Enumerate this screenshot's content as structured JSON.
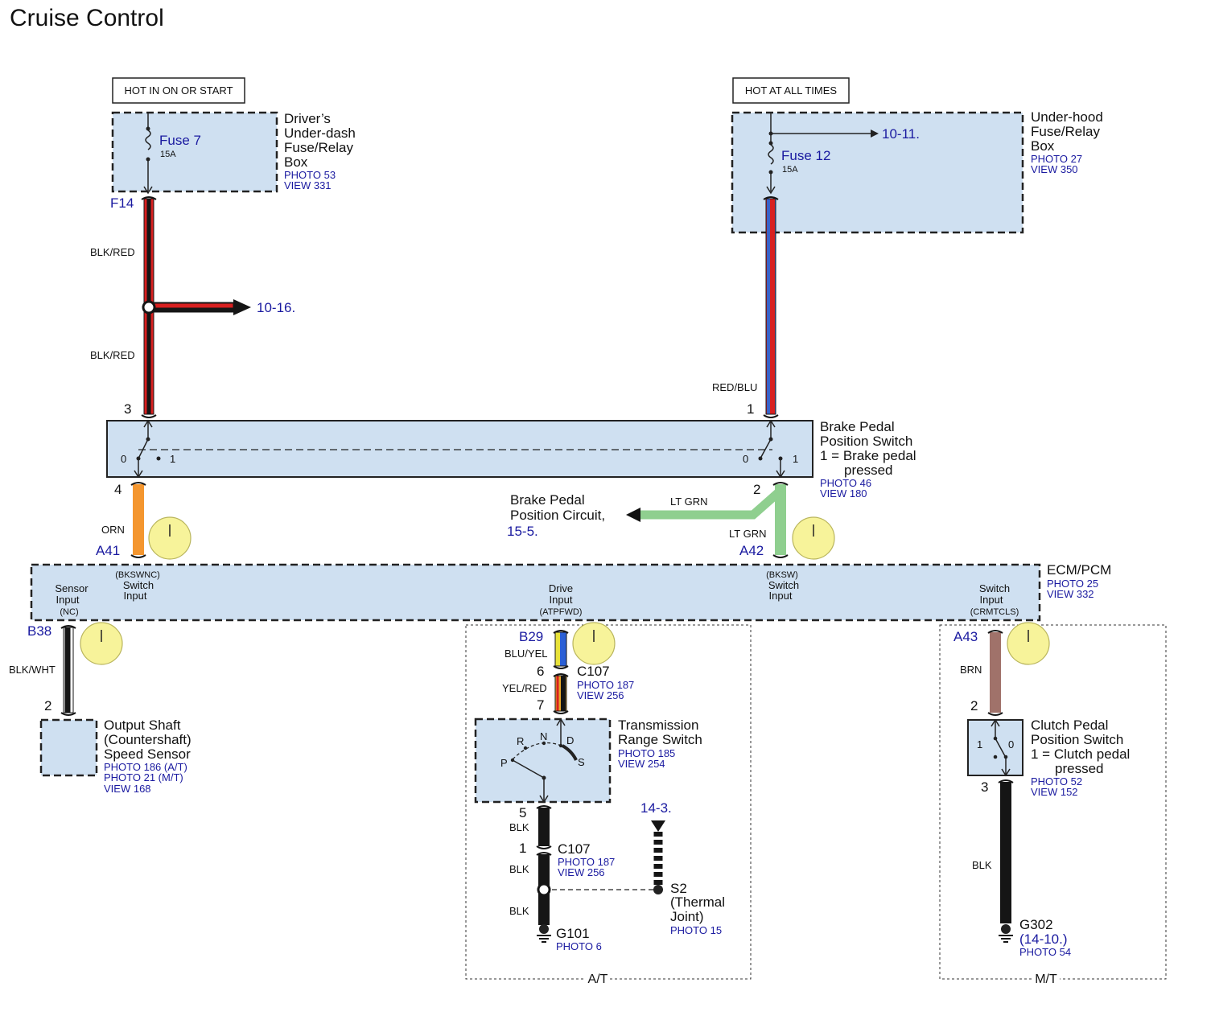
{
  "title": "Cruise Control",
  "tags": {
    "hot_in_on": "HOT IN ON OR START",
    "hot_all_times": "HOT AT ALL TIMES"
  },
  "fuse_box_driver": {
    "name_lines": [
      "Driver’s",
      "Under-dash",
      "Fuse/Relay",
      "Box"
    ],
    "photo": "PHOTO 53",
    "view": "VIEW 331",
    "fuse": "Fuse 7",
    "amps": "15A"
  },
  "fuse_box_hood": {
    "name_lines": [
      "Under-hood",
      "Fuse/Relay",
      "Box"
    ],
    "photo": "PHOTO 27",
    "view": "VIEW 350",
    "fuse": "Fuse 12",
    "amps": "15A",
    "ref": "10-11."
  },
  "wires": {
    "blk_red_1": "BLK/RED",
    "blk_red_2": "BLK/RED",
    "red_blu": "RED/BLU",
    "orn": "ORN",
    "lt_grn_1": "LT GRN",
    "lt_grn_2": "LT GRN",
    "blk_wht": "BLK/WHT",
    "blu_yel": "BLU/YEL",
    "yel_red": "YEL/RED",
    "blk_1": "BLK",
    "blk_2": "BLK",
    "blk_3": "BLK",
    "brn": "BRN",
    "blk_4": "BLK"
  },
  "connectors": {
    "f14": "F14",
    "a41": "A41",
    "a42": "A42",
    "b38": "B38",
    "b29": "B29",
    "a43": "A43"
  },
  "pins": {
    "p3": "3",
    "p1": "1",
    "p4": "4",
    "p2": "2",
    "b38_2": "2",
    "c107_6": "6",
    "c107_7": "7",
    "trs_5": "5",
    "c107_1": "1",
    "cps_2": "2",
    "cps_3": "3"
  },
  "refs": {
    "r1016": "10-16.",
    "r143": "14-3."
  },
  "brake_switch": {
    "name_lines": [
      "Brake Pedal",
      "Position Switch",
      "1 = Brake pedal",
      "pressed"
    ],
    "photo": "PHOTO 46",
    "view": "VIEW 180",
    "s0a": "0",
    "s1a": "1",
    "s0b": "0",
    "s1b": "1"
  },
  "brake_circuit": {
    "line1": "Brake Pedal",
    "line2": "Position Circuit,",
    "ref": "15-5."
  },
  "ecm": {
    "name": "ECM/PCM",
    "photo": "PHOTO 25",
    "view": "VIEW 332",
    "sensor_input": [
      "Sensor",
      "Input",
      "(NC)"
    ],
    "switch_input_a": [
      "(BKSWNC)",
      "Switch",
      "Input"
    ],
    "drive_input": [
      "Drive",
      "Input",
      "(ATPFWD)"
    ],
    "switch_input_b": [
      "(BKSW)",
      "Switch",
      "Input"
    ],
    "switch_input_c": [
      "Switch",
      "Input",
      "(CRMTCLS)"
    ]
  },
  "output_shaft": {
    "name_lines": [
      "Output Shaft",
      "(Countershaft)",
      "Speed Sensor"
    ],
    "photo_at": "PHOTO 186 (A/T)",
    "photo_mt": "PHOTO 21 (M/T)",
    "view": "VIEW 168"
  },
  "c107_a": {
    "name": "C107",
    "photo": "PHOTO 187",
    "view": "VIEW 256"
  },
  "c107_b": {
    "name": "C107",
    "photo": "PHOTO 187",
    "view": "VIEW 256"
  },
  "trans_range": {
    "name_lines": [
      "Transmission",
      "Range Switch"
    ],
    "photo": "PHOTO 185",
    "view": "VIEW 254",
    "pos_p": "P",
    "pos_r": "R",
    "pos_n": "N",
    "pos_d": "D",
    "pos_s": "S"
  },
  "s2": {
    "name_lines": [
      "S2",
      "(Thermal",
      "Joint)"
    ],
    "photo": "PHOTO 15"
  },
  "g101": {
    "name": "G101",
    "photo": "PHOTO 6"
  },
  "clutch_switch": {
    "name_lines": [
      "Clutch Pedal",
      "Position Switch",
      "1 = Clutch pedal",
      "pressed"
    ],
    "photo": "PHOTO 52",
    "view": "VIEW 152",
    "s1": "1",
    "s0": "0"
  },
  "g302": {
    "name": "G302",
    "ref": "(14-10.)",
    "photo": "PHOTO 54"
  },
  "groups": {
    "at": "A/T",
    "mt": "M/T"
  },
  "colors": {
    "box_fill": "#cfe0f1",
    "ref_blue": "#1a1aa0",
    "orange": "#f4962f",
    "lt_green": "#8fcf8f",
    "brown": "#a0726a",
    "clock_yellow": "#f7f39a"
  }
}
